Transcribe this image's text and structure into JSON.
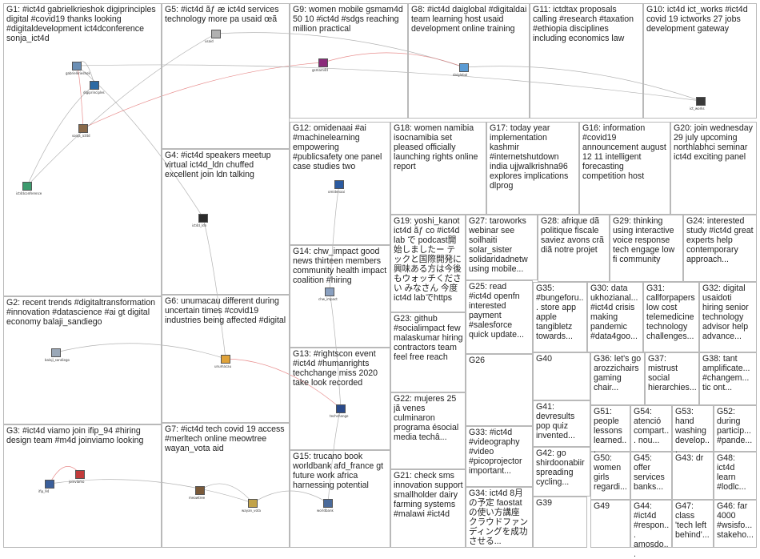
{
  "groups": [
    {
      "id": "G1",
      "label": "G1: #ict4d gabrielkrieshok digiprinciples digital #covid19 thanks looking #digitaldevelopment ict4dconference sonja_ict4d"
    },
    {
      "id": "G2",
      "label": "G2: recent trends #digitaltransformation #innovation #datascience #ai gt digital economy balaji_sandiego"
    },
    {
      "id": "G3",
      "label": "G3: #ict4d viamo join ifip_94 #hiring design team #m4d joinviamo looking"
    },
    {
      "id": "G4",
      "label": "G4: #ict4d speakers meetup virtual ict4d_ldn chuffed excellent join ldn talking"
    },
    {
      "id": "G5",
      "label": "G5: #ict4d ãƒ æ ict4d services technology more pa usaid œã"
    },
    {
      "id": "G6",
      "label": "G6: unumacau different during uncertain times #covid19 industries being affected #digital"
    },
    {
      "id": "G7",
      "label": "G7: #ict4d tech covid 19 access #merltech online meowtree wayan_vota aid"
    },
    {
      "id": "G8",
      "label": "G8: #ict4d daiglobal #digitaldai team learning host usaid development online training"
    },
    {
      "id": "G9",
      "label": "G9: women mobile gsmam4d 50 10 #ict4d #sdgs reaching million practical"
    },
    {
      "id": "G10",
      "label": "G10: ict4d ict_works #ict4d covid 19 ictworks 27 jobs development gateway"
    },
    {
      "id": "G11",
      "label": "G11: ictdtax proposals calling #research #taxation #ethiopia disciplines including economics law"
    },
    {
      "id": "G12",
      "label": "G12: omidenaai #ai #machinelearning empowering #publicsafety one panel case studies two"
    },
    {
      "id": "G13",
      "label": "G13: #rightscon event #ict4d #humanrights techchange miss 2020 take look recorded"
    },
    {
      "id": "G14",
      "label": "G14: chw_impact good news thirteen members community health impact coalition #hiring"
    },
    {
      "id": "G15",
      "label": "G15: trucano book worldbank afd_france gt future work africa harnessing potential"
    },
    {
      "id": "G16",
      "label": "G16: information #covid19 announcement august 12 11 intelligent forecasting competition host"
    },
    {
      "id": "G17",
      "label": "G17: today year implementation kashmir #internetshutdown india ujjwalkrishna96 explores implications dlprog"
    },
    {
      "id": "G18",
      "label": "G18: women namibia isocnamibia set pleased officially launching rights online report"
    },
    {
      "id": "G19",
      "label": "G19: yoshi_kanot ict4d ãƒ co #ict4d lab で podcast開始しましたー テックと国際開発に興味ある方は今後もウォッチください みなさん 今度ict4d labでhttps"
    },
    {
      "id": "G20",
      "label": "G20: join wednesday 29 july upcoming northlabhci seminar ict4d exciting panel"
    },
    {
      "id": "G21",
      "label": "G21: check sms innovation support smallholder dairy farming systems #malawi #ict4d"
    },
    {
      "id": "G22",
      "label": "G22: mujeres 25 jã venes culminaron programa ésocial media techâ..."
    },
    {
      "id": "G23",
      "label": "G23: github #socialimpact few malaskumar hiring contractors team feel free reach"
    },
    {
      "id": "G24",
      "label": "G24: interested study #ict4d great experts help contemporary approach..."
    },
    {
      "id": "G25",
      "label": "G25: read #ict4d openfn interested payment #salesforce quick update..."
    },
    {
      "id": "G26",
      "label": "G26"
    },
    {
      "id": "G27",
      "label": "G27: taroworks webinar see soilhaiti solar_sister solidaridadnetw using mobile..."
    },
    {
      "id": "G28",
      "label": "G28: afrique dã politique fiscale saviez avons crã diã notre projet"
    },
    {
      "id": "G29",
      "label": "G29: thinking using interactive voice response tech engage low fi community"
    },
    {
      "id": "G30",
      "label": "G30: data ukhozianal... #ict4d crisis making pandemic #data4goo..."
    },
    {
      "id": "G31",
      "label": "G31: callforpapers low cost telemedicine technology challenges..."
    },
    {
      "id": "G32",
      "label": "G32: digital usaidoti hiring senior technology advisor help advance..."
    },
    {
      "id": "G33",
      "label": "G33: #ict4d #videography #video #picoprojector important..."
    },
    {
      "id": "G34",
      "label": "G34: ict4d 8月の予定 faostat の使い方講座 クラウドファンディングを成功させる..."
    },
    {
      "id": "G35",
      "label": "G35: #bungeforu... store app apple tangibletz towards..."
    },
    {
      "id": "G36",
      "label": "G36: let's go arozzichairs gaming chair..."
    },
    {
      "id": "G37",
      "label": "G37: mistrust social hierarchies..."
    },
    {
      "id": "G38",
      "label": "G38: tant amplificate... #changem... tic ont..."
    },
    {
      "id": "G39",
      "label": "G39"
    },
    {
      "id": "G40",
      "label": "G40"
    },
    {
      "id": "G41",
      "label": "G41: devresults pop quiz invented..."
    },
    {
      "id": "G42",
      "label": "G42: go shirdoonabiir spreading cycling..."
    },
    {
      "id": "G43",
      "label": "G43: dr"
    },
    {
      "id": "G44",
      "label": "G44: #ict4d #respon... amosdo..."
    },
    {
      "id": "G45",
      "label": "G45: offer services banks..."
    },
    {
      "id": "G46",
      "label": "G46: far 4000 #wsisfo... stakeho..."
    },
    {
      "id": "G47",
      "label": "G47: class 'tech left behind'..."
    },
    {
      "id": "G48",
      "label": "G48: ict4d learn #lodlc..."
    },
    {
      "id": "G49",
      "label": "G49"
    },
    {
      "id": "G50",
      "label": "G50: women girls regardi..."
    },
    {
      "id": "G51",
      "label": "G51: people lessons learned..."
    },
    {
      "id": "G52",
      "label": "G52: during particip... #pande..."
    },
    {
      "id": "G53",
      "label": "G53: hand washing develop..."
    },
    {
      "id": "G54",
      "label": "G54: atenció compart... nou..."
    }
  ],
  "nodes": [
    {
      "id": "gabrielkrieshok",
      "label": "gabrielkrieshok",
      "group": "G1",
      "color": "#6b8fb5"
    },
    {
      "id": "sonja_ict4d",
      "label": "sonja_ict4d",
      "group": "G1",
      "color": "#8a6a4a"
    },
    {
      "id": "digiprinciples",
      "label": "digiprinciples",
      "group": "G1",
      "color": "#2d6aa3"
    },
    {
      "id": "ict4dconference",
      "label": "ict4dconference",
      "group": "G1",
      "color": "#3c9b6e"
    },
    {
      "id": "balaji_sandiego",
      "label": "balaji_sandiego",
      "group": "G2",
      "color": "#9aa8b8"
    },
    {
      "id": "joinviamo",
      "label": "joinviamo",
      "group": "G3",
      "color": "#c23b3b"
    },
    {
      "id": "ifip_94",
      "label": "ifip_94",
      "group": "G3",
      "color": "#3b5f9b"
    },
    {
      "id": "ict4d_ldn",
      "label": "ict4d_ldn",
      "group": "G4",
      "color": "#2b2b2b"
    },
    {
      "id": "usaid",
      "label": "usaid",
      "group": "G5",
      "color": "#b0b0b0"
    },
    {
      "id": "unumacau",
      "label": "unumacau",
      "group": "G6",
      "color": "#e0a33a"
    },
    {
      "id": "wayan_vota",
      "label": "wayan_vota",
      "group": "G7",
      "color": "#c2a34a"
    },
    {
      "id": "meowtree",
      "label": "meowtree",
      "group": "G7",
      "color": "#7a5a3a"
    },
    {
      "id": "daiglobal",
      "label": "daiglobal",
      "group": "G8",
      "color": "#5a9bd4"
    },
    {
      "id": "gsmam4d",
      "label": "gsmam4d",
      "group": "G9",
      "color": "#8b2a7a"
    },
    {
      "id": "ict_works",
      "label": "ict_works",
      "group": "G10",
      "color": "#3a3a3a"
    },
    {
      "id": "omidenaai",
      "label": "omidenaai",
      "group": "G12",
      "color": "#2b5aa0"
    },
    {
      "id": "techchange",
      "label": "techchange",
      "group": "G13",
      "color": "#2a4a8a"
    },
    {
      "id": "chw_impact",
      "label": "chw_impact",
      "group": "G14",
      "color": "#8aa0c0"
    },
    {
      "id": "worldbank",
      "label": "worldbank",
      "group": "G15",
      "color": "#4a6a9a"
    }
  ],
  "edges": [
    {
      "from": "gabrielkrieshok",
      "to": "sonja_ict4d"
    },
    {
      "from": "gabrielkrieshok",
      "to": "digiprinciples"
    },
    {
      "from": "digiprinciples",
      "to": "ict4dconference"
    },
    {
      "from": "gabrielkrieshok",
      "to": "ict4d_ldn"
    },
    {
      "from": "sonja_ict4d",
      "to": "gsmam4d"
    },
    {
      "from": "gabrielkrieshok",
      "to": "ict_works"
    },
    {
      "from": "ict4dconference",
      "to": "usaid"
    },
    {
      "from": "balaji_sandiego",
      "to": "unumacau"
    },
    {
      "from": "joinviamo",
      "to": "ifip_94"
    },
    {
      "from": "ifip_94",
      "to": "wayan_vota"
    },
    {
      "from": "wayan_vota",
      "to": "meowtree"
    },
    {
      "from": "usaid",
      "to": "daiglobal"
    },
    {
      "from": "gsmam4d",
      "to": "daiglobal"
    },
    {
      "from": "daiglobal",
      "to": "ict_works"
    },
    {
      "from": "omidenaai",
      "to": "chw_impact"
    },
    {
      "from": "techchange",
      "to": "worldbank"
    },
    {
      "from": "unumacau",
      "to": "techchange"
    },
    {
      "from": "ict4d_ldn",
      "to": "unumacau"
    },
    {
      "from": "chw_impact",
      "to": "techchange"
    },
    {
      "from": "wayan_vota",
      "to": "worldbank"
    }
  ],
  "colors": {
    "panel_border": "#b9b9b9",
    "edge": "#9a9a9a",
    "edge_strong": "#e06a6a"
  }
}
